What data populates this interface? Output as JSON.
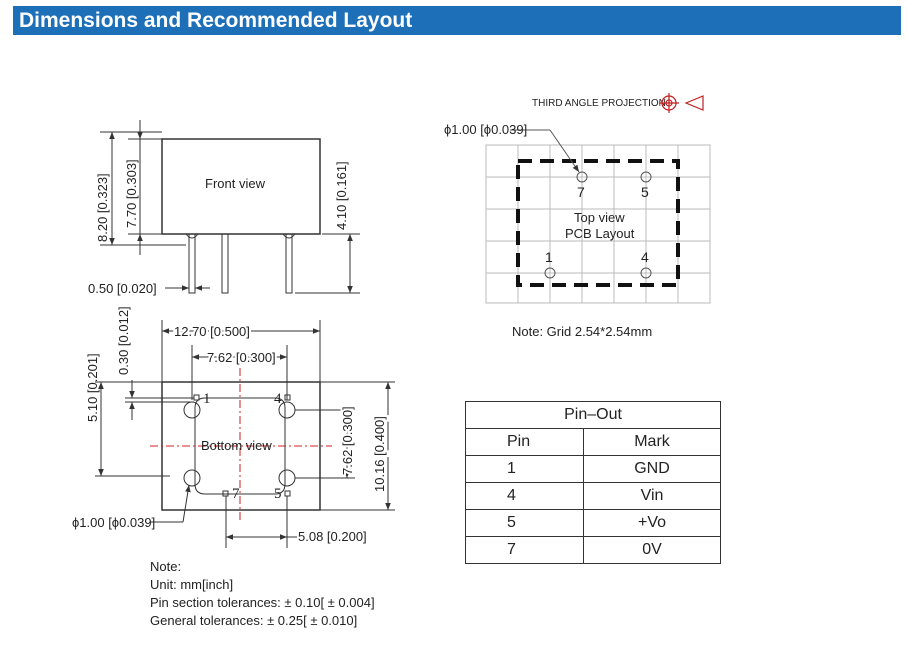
{
  "header": {
    "title": "Dimensions and Recommended Layout"
  },
  "projection": {
    "label": "THIRD ANGLE PROJECTION"
  },
  "front": {
    "title": "Front view",
    "dim_height_total": "8.20 [0.323]",
    "dim_height_body": "7.70 [0.303]",
    "dim_pin_length": "4.10 [0.161]",
    "dim_pin_width": "0.50 [0.020]"
  },
  "bottom": {
    "title": "Bottom view",
    "dim_width": "12.70 [0.500]",
    "dim_pin_spacing": "7.62 [0.300]",
    "dim_top_offset": "5.10 [0.201]",
    "dim_pin_section": "0.30 [0.012]",
    "dim_vert_spacing": "7.62 [0.300]",
    "dim_height": "10.16 [0.400]",
    "dim_offset": "5.08 [0.200]",
    "dim_hole": "ϕ1.00 [ϕ0.039]",
    "pin_labels": [
      "1",
      "4",
      "7",
      "5"
    ]
  },
  "top": {
    "title_line1": "Top view",
    "title_line2": "PCB Layout",
    "dim_hole": "ϕ1.00 [ϕ0.039]",
    "pin_labels": [
      "7",
      "5",
      "1",
      "4"
    ],
    "grid_note": "Note: Grid 2.54*2.54mm"
  },
  "notes": {
    "heading": "Note:",
    "unit": "Unit: mm[inch]",
    "pin_tol": "Pin section tolerances:  ± 0.10[ ± 0.004]",
    "gen_tol": "General tolerances:  ± 0.25[ ± 0.010]"
  },
  "pinout": {
    "title": "Pin–Out",
    "headers": [
      "Pin",
      "Mark"
    ],
    "rows": [
      {
        "pin": "1",
        "mark": "GND"
      },
      {
        "pin": "4",
        "mark": "Vin"
      },
      {
        "pin": "5",
        "mark": "+Vo"
      },
      {
        "pin": "7",
        "mark": "0V"
      }
    ]
  },
  "colors": {
    "header_bg": "#1d6fb8",
    "centerline": "#d02020"
  }
}
